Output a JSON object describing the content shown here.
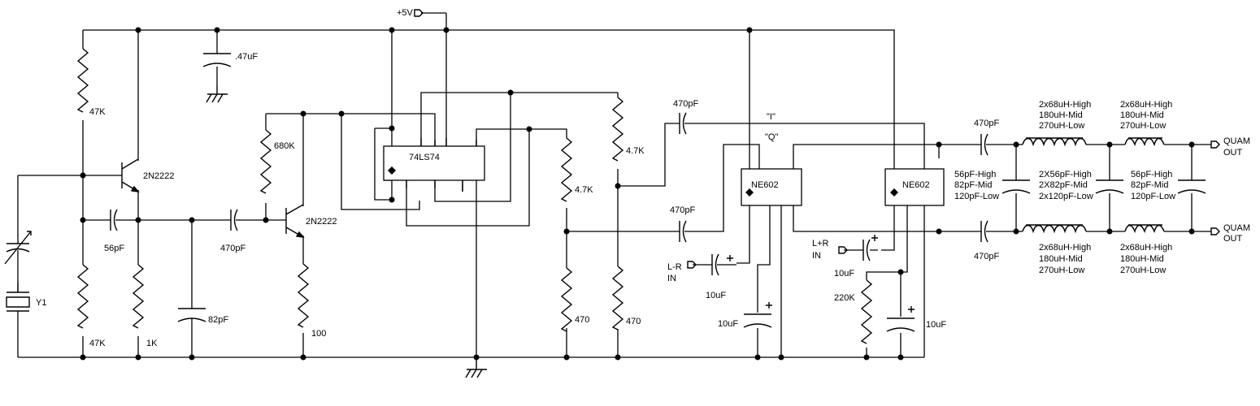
{
  "power": {
    "vcc_label": "+5V"
  },
  "oscillator": {
    "crystal": "Y1",
    "bias_top": "47K",
    "bias_bottom": "47K",
    "transistor": "2N2222",
    "feedback_cap": "56pF",
    "emitter_res": "1K",
    "shunt_cap": "82pF",
    "decoupling_cap": ".47uF"
  },
  "buffer": {
    "coupling_cap": "470pF",
    "bias_res": "680K",
    "transistor": "2N2222",
    "emitter_res": "100"
  },
  "divider": {
    "chip": "74LS74"
  },
  "phase_nets": {
    "r1_top": "4.7K",
    "r1_bottom": "470",
    "r2_top": "4.7K",
    "r2_bottom": "470",
    "cap_i": "470pF",
    "cap_q": "470pF",
    "label_i": "\"I\"",
    "label_q": "\"Q\""
  },
  "mixers": {
    "mixer1": "NE602",
    "mixer2": "NE602",
    "lr_minus": [
      "L-R",
      "IN"
    ],
    "lr_plus": [
      "L+R",
      "IN"
    ],
    "cap_in1": "10uF",
    "cap_in2": "10uF",
    "decouple1": "10uF",
    "decouple2": "10uF",
    "bias_res": "220K"
  },
  "output": {
    "cap_top": "470pF",
    "cap_bottom": "470pF",
    "ind_top1": [
      "2x68uH-High",
      "180uH-Mid",
      "270uH-Low"
    ],
    "ind_top2": [
      "2x68uH-High",
      "180uH-Mid",
      "270uH-Low"
    ],
    "ind_bot1": [
      "2x68uH-High",
      "180uH-Mid",
      "270uH-Low"
    ],
    "ind_bot2": [
      "2x68uH-High",
      "180uH-Mid",
      "270uH-Low"
    ],
    "shunt1": [
      "56pF-High",
      "82pF-Mid",
      "120pF-Low"
    ],
    "shunt2": [
      "2X56pF-High",
      "2X82pF-Mid",
      "2x120pF-Low"
    ],
    "shunt3": [
      "56pF-High",
      "82pF-Mid",
      "120pF-Low"
    ],
    "out_top": [
      "QUAM",
      "OUT"
    ],
    "out_bottom": [
      "QUAM",
      "OUT"
    ]
  }
}
